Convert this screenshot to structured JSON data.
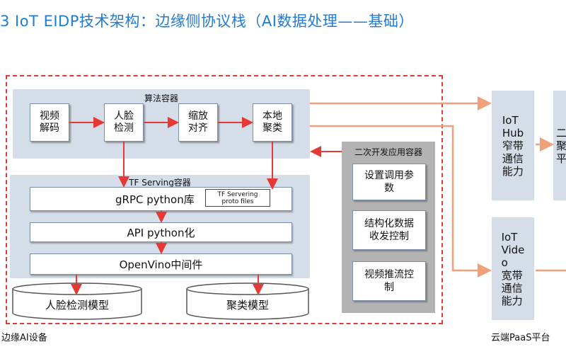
{
  "title": "3  IoT EIDP技术架构：边缘侧协议栈（AI数据处理——基础）",
  "algorithm_container": {
    "label": "算法容器",
    "steps": [
      "视频\n解码",
      "人脸\n检测",
      "缩放\n对齐",
      "本地\n聚类"
    ]
  },
  "tf_serving": {
    "label": "TF Serving容器",
    "grpc": "gRPC python库",
    "proto_line1": "TF Servering",
    "proto_line2": "proto files",
    "api": "API python化",
    "openvino": "OpenVino中间件"
  },
  "models": {
    "face": "人脸检测模型",
    "cluster": "聚类模型"
  },
  "app_container": {
    "label": "二次开发应用容器",
    "items": [
      "设置调用参\n数",
      "结构化数据\n收发控制",
      "视频推流控\n制"
    ]
  },
  "cloud": {
    "hub": "IoT\nHub\n窄带\n通信\n能力",
    "video": "IoT\nVide\no\n宽带\n通信\n能力",
    "right_top": "二\n聚\n平"
  },
  "footer": {
    "edge": "边缘AI设备",
    "cloud": "云端PaaS平台"
  },
  "colors": {
    "title": "#1f7bd8",
    "arrow_red": "#e53935",
    "arrow_orange": "#f0a07a",
    "panel": "#d5dde8",
    "gray_panel": "#b3b3b3"
  }
}
